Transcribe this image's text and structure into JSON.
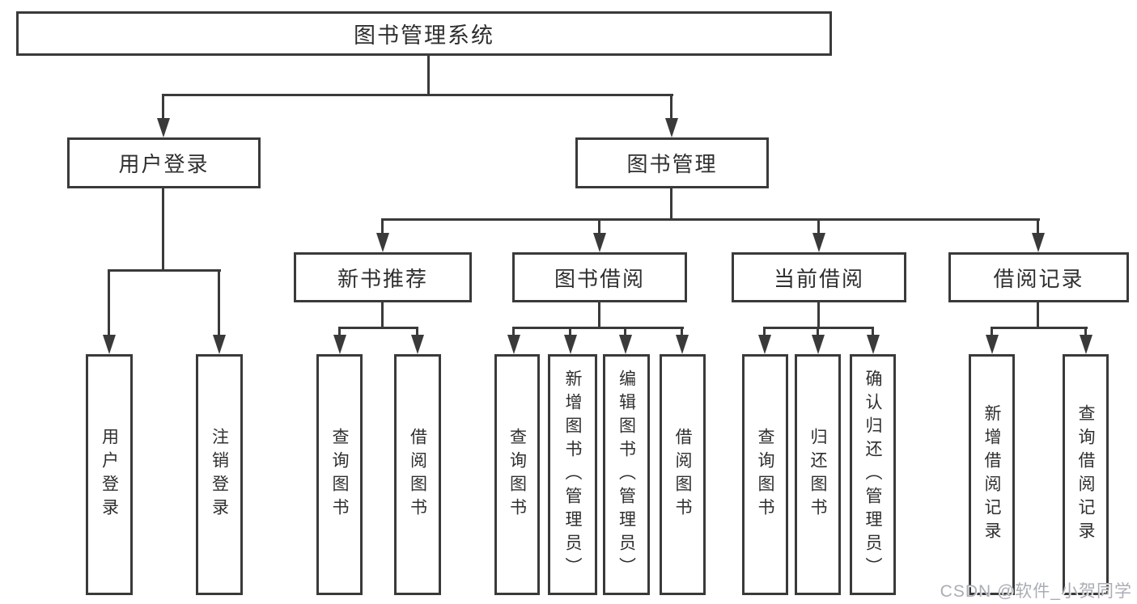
{
  "diagram": {
    "title": "图书管理系统",
    "nodes": {
      "root": "图书管理系统",
      "l2": [
        "用户登录",
        "图书管理"
      ],
      "l3": [
        "新书推荐",
        "图书借阅",
        "当前借阅",
        "借阅记录"
      ],
      "leaves_user_login": [
        "用户登录",
        "注销登录"
      ],
      "leaves_new_book": [
        "查询图书",
        "借阅图书"
      ],
      "leaves_book_borrow": [
        "查询图书",
        "新增图书（管理员）",
        "编辑图书（管理员）",
        "借阅图书"
      ],
      "leaves_current_borrow": [
        "查询图书",
        "归还图书",
        "确认归还（管理员）"
      ],
      "leaves_borrow_record": [
        "新增借阅记录",
        "查询借阅记录"
      ]
    },
    "line_color": "#3a3a3a",
    "text_color": "#2f2f2f",
    "background": "#ffffff"
  },
  "watermark": {
    "text": "CSDN @软件_小贺同学",
    "color": "#aaadb4"
  }
}
